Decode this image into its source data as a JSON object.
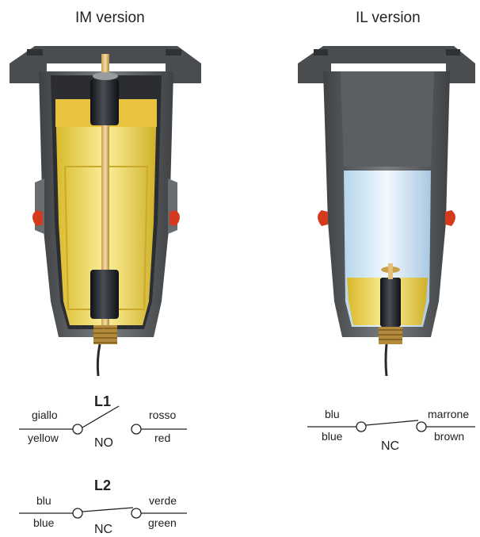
{
  "left": {
    "title": "IM version",
    "switches": [
      {
        "name": "L1",
        "left_top": "giallo",
        "left_bottom": "yellow",
        "right_top": "rosso",
        "right_bottom": "red",
        "type": "NO"
      },
      {
        "name": "L2",
        "left_top": "blu",
        "left_bottom": "blue",
        "right_top": "verde",
        "right_bottom": "green",
        "type": "NC"
      }
    ]
  },
  "right": {
    "title": "IL version",
    "switches": [
      {
        "name": "",
        "left_top": "blu",
        "left_bottom": "blue",
        "right_top": "marrone",
        "right_bottom": "brown",
        "type": "NC"
      }
    ]
  },
  "colors": {
    "housing": "#5a5d60",
    "housing_light": "#8a8d90",
    "oil_yellow": "#f2dc55",
    "oil_light": "#fbf0a8",
    "float_black": "#1c1e22",
    "seal_red": "#d43a1e",
    "glass_blue": "#dcefff"
  }
}
